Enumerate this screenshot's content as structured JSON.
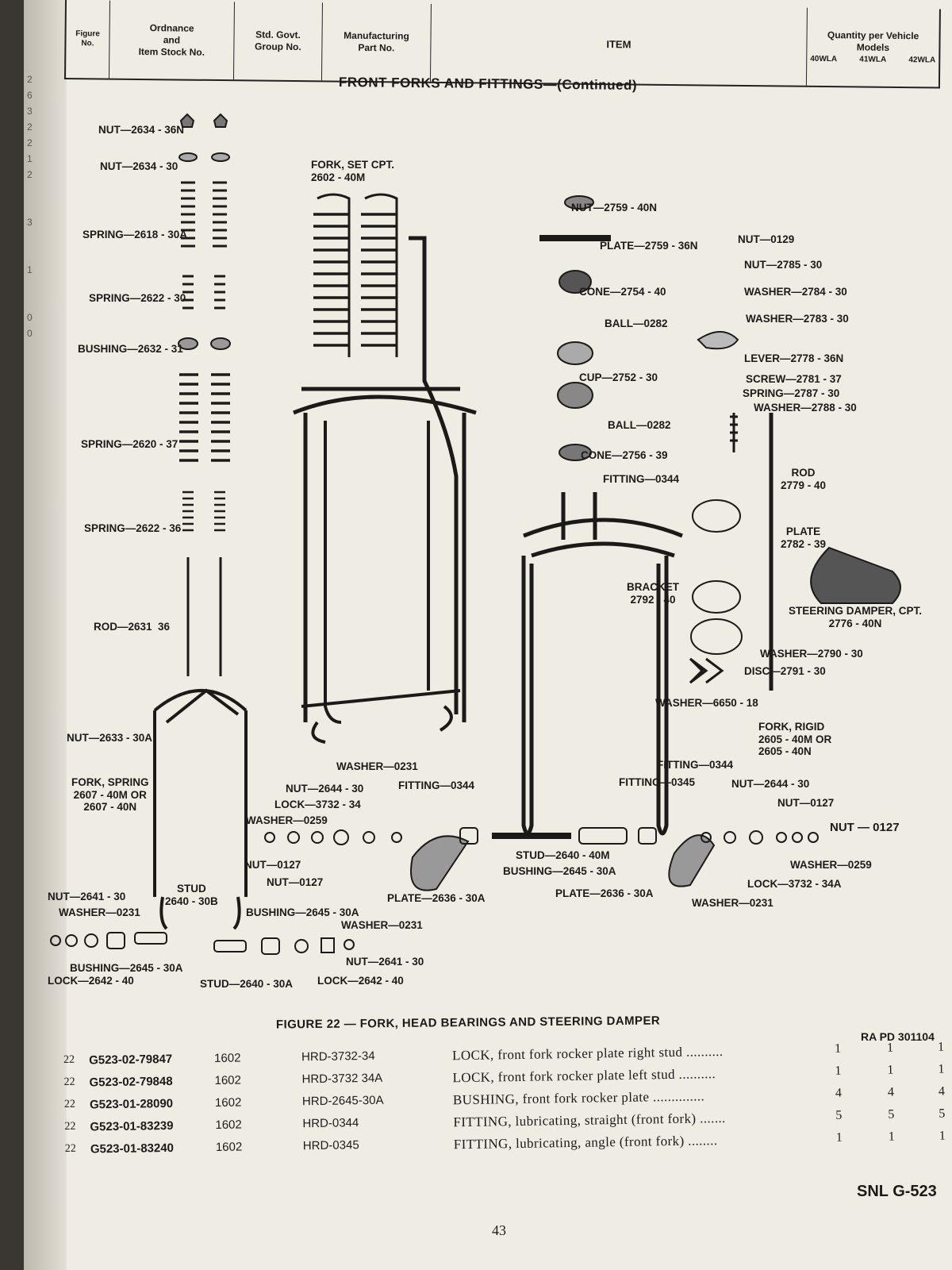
{
  "header": {
    "columns": [
      "Figure\nNo.",
      "Ordnance\nand\nItem Stock No.",
      "Std. Govt.\nGroup No.",
      "Manufacturing\nPart No.",
      "ITEM"
    ],
    "qty_title": "Quantity per Vehicle\nModels",
    "models": [
      "40WLA",
      "41WLA",
      "42WLA"
    ]
  },
  "section_title": "FRONT FORKS AND FITTINGS—(Continued)",
  "figure": {
    "labels": {
      "nut_36n": "NUT—2634 - 36N",
      "nut_30": "NUT—2634 - 30",
      "spring_2618": "SPRING—2618 - 30A",
      "spring_2622_30": "SPRING—2622 - 30",
      "bushing_2632": "BUSHING—2632 - 31",
      "spring_2620": "SPRING—2620 - 37",
      "spring_2622_36": "SPRING—2622 - 36",
      "rod_2631": "ROD—2631  36",
      "nut_2633": "NUT—2633 - 30A",
      "fork_spring": "FORK, SPRING\n2607 - 40M OR\n2607 - 40N",
      "nut_2641_l": "NUT—2641 - 30",
      "washer_0231_l": "WASHER—0231",
      "bushing_2645_l": "BUSHING—2645 - 30A",
      "lock_2642_l": "LOCK—2642 - 40",
      "stud_2640_30b": "STUD\n2640 - 30B",
      "bushing_2645_m": "BUSHING—2645 - 30A",
      "washer_0231_m": "WASHER—0231",
      "nut_2641_m": "NUT—2641 - 30",
      "stud_2640_30a": "STUD—2640 - 30A",
      "lock_2642_m": "LOCK—2642 - 40",
      "fork_set": "FORK, SET CPT.\n2602 - 40M",
      "washer_0231_t": "WASHER—0231",
      "nut_2644_l": "NUT—2644 - 30",
      "lock_3732_34": "LOCK—3732 - 34",
      "washer_0259_l": "WASHER—0259",
      "nut_0127_a": "NUT—0127",
      "nut_0127_b": "NUT—0127",
      "fitting_0344_c": "FITTING—0344",
      "plate_2636_l": "PLATE—2636 - 30A",
      "stud_2640_40m": "STUD—2640 - 40M",
      "bushing_2645_c": "BUSHING—2645 - 30A",
      "plate_2636_r": "PLATE—2636 - 30A",
      "nut_2759": "NUT—2759 - 40N",
      "plate_2759": "PLATE—2759 - 36N",
      "cone_2754": "CONE—2754 - 40",
      "ball_0282_a": "BALL—0282",
      "cup_2752": "CUP—2752 - 30",
      "ball_0282_b": "BALL—0282",
      "cone_2756": "CONE—2756 - 39",
      "fitting_0344_top": "FITTING—0344",
      "bracket_2792": "BRACKET\n2792 - 40",
      "fitting_0344_r": "FITTING—0344",
      "fitting_0345": "FITTING—0345",
      "nut_2644_r": "NUT—2644 - 30",
      "nut_0127_c": "NUT—0127",
      "nut_0127_d": "NUT — 0127",
      "washer_0259_r": "WASHER—0259",
      "lock_3732_34a": "LOCK—3732 - 34A",
      "washer_0231_r": "WASHER—0231",
      "fork_rigid": "FORK, RIGID\n2605 - 40M OR\n2605 - 40N",
      "washer_6650": "WASHER—6650 - 18",
      "nut_0129": "NUT—0129",
      "nut_2785": "NUT—2785 - 30",
      "washer_2784": "WASHER—2784 - 30",
      "washer_2783": "WASHER—2783 - 30",
      "lever_2778": "LEVER—2778 - 36N",
      "screw_2781": "SCREW—2781 - 37",
      "spring_2787": "SPRING—2787 - 30",
      "washer_2788": "WASHER—2788 - 30",
      "rod_2779": "ROD\n2779 - 40",
      "plate_2782": "PLATE\n2782 - 39",
      "steering_damper": "STEERING DAMPER, CPT.\n2776 - 40N",
      "washer_2790": "WASHER—2790 - 30",
      "disc_2791": "DISC—2791 - 30"
    }
  },
  "caption": "FIGURE 22 — FORK, HEAD BEARINGS AND STEERING DAMPER",
  "ra_code": "RA PD 301104",
  "parts": [
    {
      "fig": "22",
      "stock": "G523-02-79847",
      "group": "1602",
      "mfg": "HRD-3732-34",
      "item": "LOCK, front fork rocker plate right stud ..........",
      "q1": "1",
      "q2": "1",
      "q3": "1"
    },
    {
      "fig": "22",
      "stock": "G523-02-79848",
      "group": "1602",
      "mfg": "HRD-3732 34A",
      "item": "LOCK, front fork rocker plate left stud ..........",
      "q1": "1",
      "q2": "1",
      "q3": "1"
    },
    {
      "fig": "22",
      "stock": "G523-01-28090",
      "group": "1602",
      "mfg": "HRD-2645-30A",
      "item": "BUSHING, front fork rocker plate ..............",
      "q1": "4",
      "q2": "4",
      "q3": "4"
    },
    {
      "fig": "22",
      "stock": "G523-01-83239",
      "group": "1602",
      "mfg": "HRD-0344",
      "item": "FITTING, lubricating, straight (front fork) .......",
      "q1": "5",
      "q2": "5",
      "q3": "5"
    },
    {
      "fig": "22",
      "stock": "G523-01-83240",
      "group": "1602",
      "mfg": "HRD-0345",
      "item": "FITTING, lubricating, angle (front fork) ........",
      "q1": "1",
      "q2": "1",
      "q3": "1"
    }
  ],
  "snl": "SNL G-523",
  "page_number": "43",
  "gutter_marks": "2\n6\n3\n2\n2\n1\n2\n\n\n3\n\n\n1\n\n\n0\n0"
}
